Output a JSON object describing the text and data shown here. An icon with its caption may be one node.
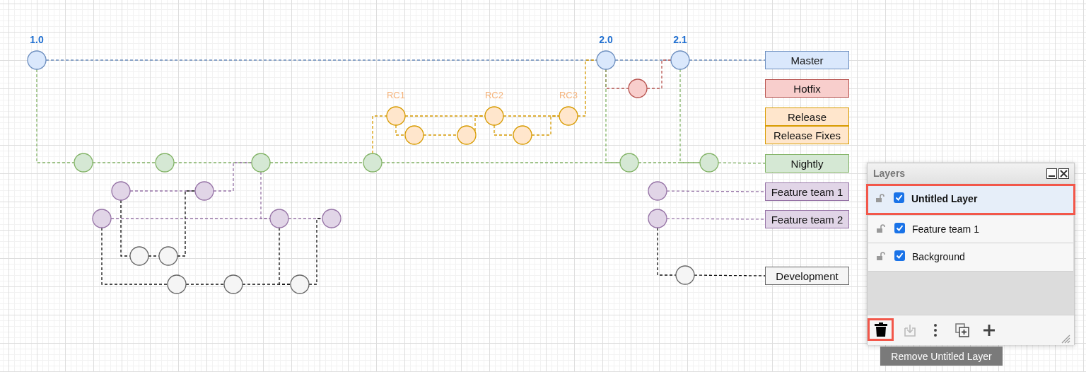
{
  "diagram": {
    "nodes": [
      {
        "text": [
          "1.0"
        ]
      },
      {
        "text": [
          "2.0"
        ]
      },
      {
        "text": [
          "2.1"
        ]
      },
      {
        "text": [
          "Master"
        ]
      },
      {
        "text": [],
        "shape": "circle"
      },
      {
        "text": [
          "Hotfix"
        ]
      },
      {
        "text": [
          "RC1"
        ]
      },
      {
        "text": [
          "RC2"
        ]
      },
      {
        "text": [
          "RC3"
        ]
      },
      {
        "text": [
          "Release"
        ]
      },
      {
        "text": [],
        "shape": "circle"
      },
      {
        "text": [],
        "shape": "circle"
      },
      {
        "text": [],
        "shape": "circle"
      },
      {
        "text": [
          "Release Fixes"
        ]
      },
      {
        "text": [],
        "shape": "circle"
      },
      {
        "text": [],
        "shape": "circle"
      },
      {
        "text": [],
        "shape": "circle"
      },
      {
        "text": [],
        "shape": "circle"
      },
      {
        "text": [],
        "shape": "circle"
      },
      {
        "text": [],
        "shape": "circle"
      },
      {
        "text": [
          "Nightly"
        ]
      },
      {
        "text": [],
        "shape": "circle"
      },
      {
        "text": [],
        "shape": "circle"
      },
      {
        "text": [],
        "shape": "circle"
      },
      {
        "text": [
          "Feature team 1"
        ]
      },
      {
        "text": [],
        "shape": "circle"
      },
      {
        "text": [],
        "shape": "circle"
      },
      {
        "text": [],
        "shape": "circle"
      },
      {
        "text": [],
        "shape": "circle"
      },
      {
        "text": [
          "Feature team 2"
        ]
      },
      {
        "text": [],
        "shape": "circle"
      },
      {
        "text": [],
        "shape": "circle"
      },
      {
        "text": [],
        "shape": "circle"
      },
      {
        "text": [],
        "shape": "circle"
      },
      {
        "text": [],
        "shape": "circle"
      },
      {
        "text": [],
        "shape": "circle"
      },
      {
        "text": [
          "Development"
        ]
      }
    ],
    "edges": [
      {
        "from": 0,
        "to": 1,
        "arrow": "none",
        "color": "#6c8ebf"
      },
      {
        "from": 1,
        "to": 2,
        "arrow": "none",
        "color": "#6c8ebf"
      },
      {
        "from": 2,
        "to": 3,
        "arrow": "none",
        "color": "#6c8ebf"
      },
      {
        "from": 1,
        "to": 4,
        "arrow": "none",
        "color": "#b85450"
      },
      {
        "from": 4,
        "to": 2,
        "arrow": "none",
        "color": "#b85450"
      },
      {
        "from": 0,
        "to": 14,
        "arrow": "none",
        "color": "#82b366"
      },
      {
        "from": 14,
        "to": 15,
        "arrow": "none",
        "color": "#82b366"
      },
      {
        "from": 15,
        "to": 16,
        "arrow": "none",
        "color": "#82b366"
      },
      {
        "from": 16,
        "to": 17,
        "arrow": "none",
        "color": "#82b366"
      },
      {
        "from": 17,
        "to": 18,
        "arrow": "none",
        "color": "#82b366"
      },
      {
        "from": 18,
        "to": 19,
        "arrow": "none",
        "color": "#82b366"
      },
      {
        "from": 19,
        "to": 20,
        "arrow": "none",
        "color": "#82b366"
      },
      {
        "from": 1,
        "to": 18,
        "arrow": "none",
        "color": "#82b366"
      },
      {
        "from": 2,
        "to": 19,
        "arrow": "none",
        "color": "#82b366"
      },
      {
        "from": 17,
        "to": 6,
        "arrow": "none",
        "color": "#d79b00"
      },
      {
        "from": 6,
        "to": 7,
        "arrow": "none",
        "color": "#d79b00"
      },
      {
        "from": 7,
        "to": 8,
        "arrow": "none",
        "color": "#d79b00"
      },
      {
        "from": 6,
        "to": 10,
        "arrow": "none",
        "color": "#d79b00"
      },
      {
        "from": 10,
        "to": 11,
        "arrow": "none",
        "color": "#d79b00"
      },
      {
        "from": 11,
        "to": 7,
        "arrow": "none",
        "color": "#d79b00"
      },
      {
        "from": 7,
        "to": 12,
        "arrow": "none",
        "color": "#d79b00"
      },
      {
        "from": 12,
        "to": 8,
        "arrow": "none",
        "color": "#d79b00"
      },
      {
        "from": 8,
        "to": 1,
        "arrow": "none",
        "color": "#d79b00"
      },
      {
        "from": 21,
        "to": 22,
        "arrow": "none",
        "color": "#9673a6"
      },
      {
        "from": 22,
        "to": 16,
        "arrow": "none",
        "color": "#9673a6"
      },
      {
        "from": 16,
        "to": 26,
        "arrow": "none",
        "color": "#9673a6"
      },
      {
        "from": 25,
        "to": 26,
        "arrow": "none",
        "color": "#9673a6"
      },
      {
        "from": 26,
        "to": 27,
        "arrow": "none",
        "color": "#9673a6"
      },
      {
        "from": 23,
        "to": 24,
        "arrow": "none",
        "color": "#9673a6"
      },
      {
        "from": 28,
        "to": 29,
        "arrow": "none",
        "color": "#9673a6"
      },
      {
        "from": 21,
        "to": 30,
        "arrow": "none"
      },
      {
        "from": 30,
        "to": 31,
        "arrow": "none"
      },
      {
        "from": 31,
        "to": 22,
        "arrow": "none"
      },
      {
        "from": 25,
        "to": 32,
        "arrow": "none"
      },
      {
        "from": 32,
        "to": 33,
        "arrow": "none"
      },
      {
        "from": 33,
        "to": 34,
        "arrow": "none"
      },
      {
        "from": 26,
        "to": 34,
        "arrow": "none"
      },
      {
        "from": 34,
        "to": 27,
        "arrow": "none"
      },
      {
        "from": 28,
        "to": 35,
        "arrow": "none"
      },
      {
        "from": 35,
        "to": 36,
        "arrow": "none"
      }
    ],
    "labels": [
      "Layers",
      "Untitled Layer",
      "Feature team 1",
      "Background",
      "Remove Untitled Layer"
    ]
  }
}
